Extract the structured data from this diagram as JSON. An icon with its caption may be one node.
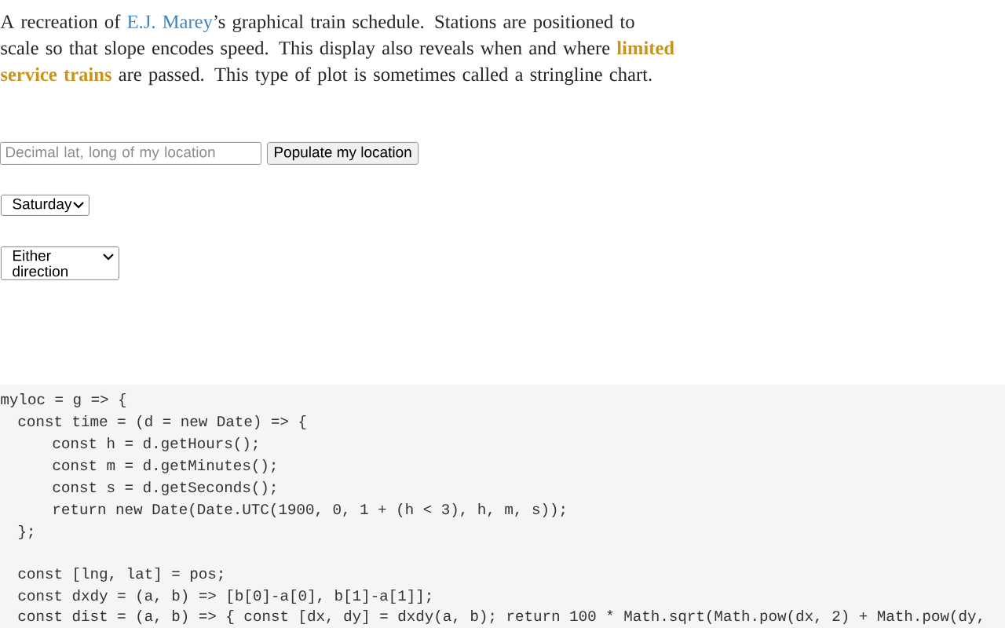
{
  "diagram": {
    "labels": [
      "A recreation of",
      "E.J. Marey",
      "’s graphical train schedule. Stations are positioned to scale so that slope encodes speed. This display also reveals when and where",
      "limited service trains",
      "are passed. This type of plot is sometimes called a stringline chart.",
      "Decimal lat, long of my location",
      "Populate my location",
      "Saturday",
      "Either direction",
      "myloc = g => {",
      "const time = (d = new Date) => {",
      "const h = d.getHours();",
      "const m = d.getMinutes();",
      "const s = d.getSeconds();",
      "return new Date(Date.UTC(1900, 0, 1 + (h < 3), h, m, s));",
      "};",
      "const [lng, lat] = pos;",
      "const dxdy = (a, b) => [b[0]-a[0], b[1]-a[1]];",
      "const dist = (a, b) => { const [dx, dy] = dxdy(a, b); return 100 * Math.sqrt(Math.pow(dx, 2) + Math.pow(dy,"
    ]
  }
}
